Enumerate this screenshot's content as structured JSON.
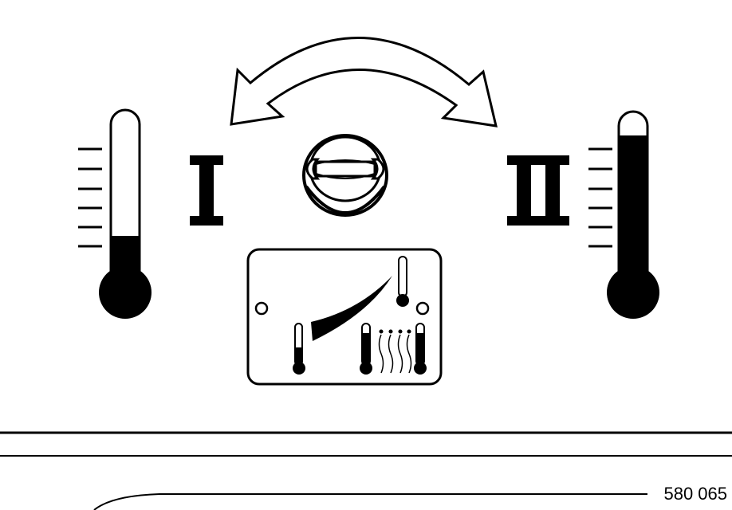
{
  "figure": {
    "reference_number": "580 065",
    "left_setting_label": "I",
    "right_setting_label": "II"
  },
  "icons": {
    "rotate_arrow": "double-headed-curved-arrow-icon",
    "control_knob": "rotary-knob-icon",
    "thermometer_low": "thermometer-low-icon",
    "thermometer_high": "thermometer-high-icon",
    "temperature_panel": "temperature-scale-panel-icon"
  },
  "levels": {
    "left_thermometer_fill": 0.27,
    "right_thermometer_fill": 0.9
  },
  "colors": {
    "ink": "#000000",
    "paper": "#ffffff"
  }
}
